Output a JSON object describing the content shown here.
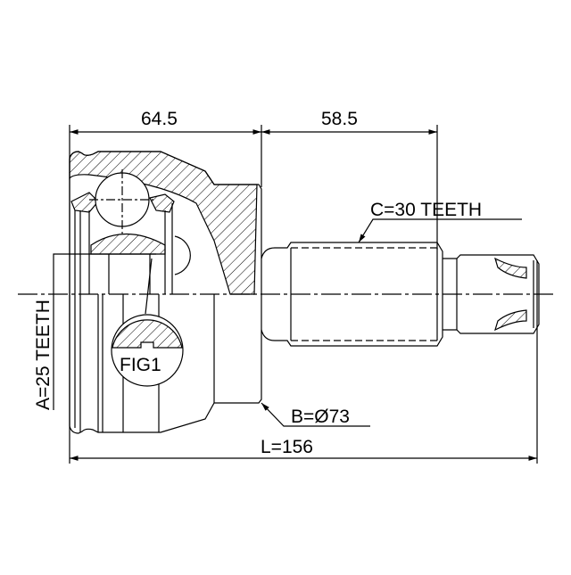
{
  "drawing": {
    "dim_left_top": "64.5",
    "dim_right_top": "58.5",
    "shaft_teeth": "C=30 TEETH",
    "inner_teeth": "A=25 TEETH",
    "outer_diameter": "B=Ø73",
    "total_length": "L=156",
    "figure_label": "FIG1"
  },
  "colors": {
    "line": "#000000",
    "background": "#ffffff"
  }
}
